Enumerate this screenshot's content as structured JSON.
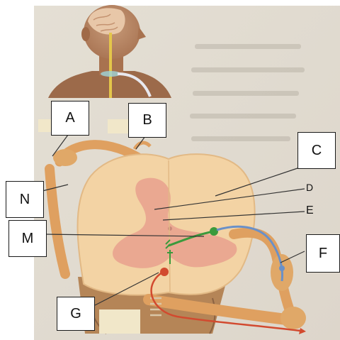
{
  "labels": {
    "A": "A",
    "B": "B",
    "C": "C",
    "D": "D",
    "E": "E",
    "N": "N",
    "M": "M",
    "F": "F",
    "G": "G"
  },
  "colors": {
    "paper": "#e7e2d8",
    "white_matter": "#f3d3a4",
    "gray_matter": "#eaa891",
    "nerve": "#dfa060",
    "neuron_green": "#3b9a3c",
    "neuron_red": "#d24a2f",
    "neuron_blue": "#6a90c8"
  }
}
